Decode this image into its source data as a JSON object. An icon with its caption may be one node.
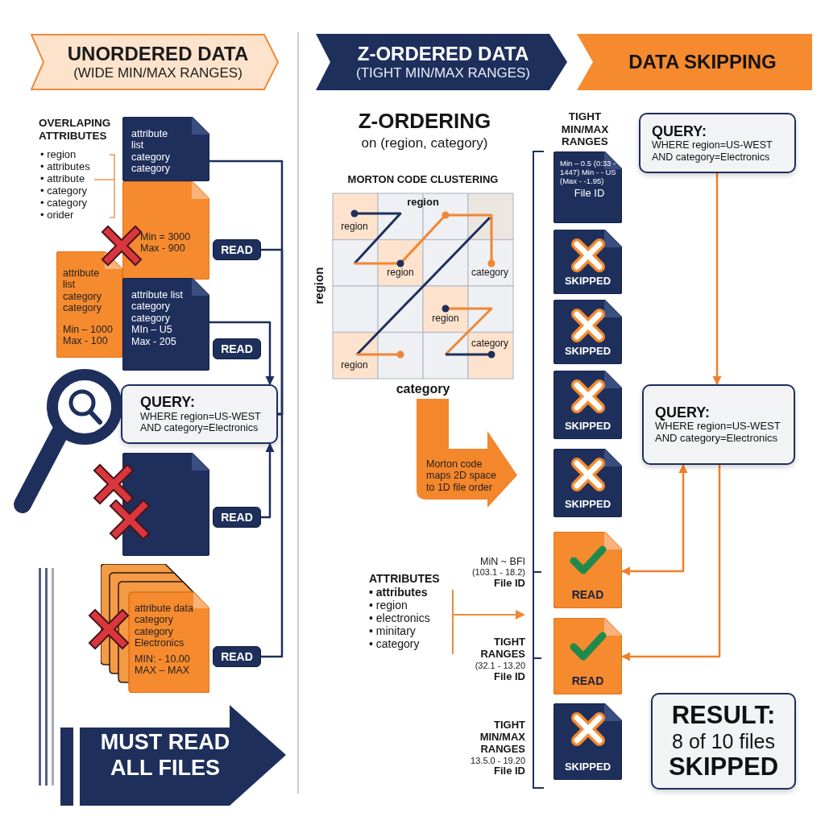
{
  "diagram": {
    "nodes": [
      {
        "text": [
          "UNORDERED DATA",
          "(WIDE MIN/MAX RANGES)"
        ]
      },
      {
        "text": [
          "attribute list category category"
        ]
      },
      {
        "text": [
          "Min = 3000 Max - 900"
        ]
      },
      {
        "text": [
          "attribute list category category",
          "Min – 1000 Max - 100"
        ]
      },
      {
        "text": [
          "attribute list category category MIn – U5 Max - 205"
        ]
      },
      {
        "text": [
          "READ"
        ]
      },
      {
        "text": [
          "READ"
        ]
      },
      {
        "text": [
          "QUERY:",
          "WHERE region=US-WEST AND category=Electronics"
        ]
      },
      {
        "text": [],
        "shape": "document"
      },
      {
        "text": [
          "READ"
        ]
      },
      {
        "text": [
          "attribute data category category Electronics",
          "MIN: - 10.00 MAX – MAX"
        ]
      },
      {
        "text": [
          "READ"
        ]
      },
      {
        "text": [
          "MUST READ ALL FILES"
        ]
      },
      {
        "text": [
          "Z-ORDERED DATA",
          "(TIGHT MIN/MAX RANGES)"
        ]
      },
      {
        "text": [
          "DATA SKIPPING"
        ]
      },
      {
        "text": [
          "Morton code maps 2D space to 1D file order"
        ]
      },
      {
        "text": [
          "Min – 0.5 (0:33 - 1447) Min - - US (Max - -1.95)",
          "File ID"
        ]
      },
      {
        "text": [
          "SKIPPED"
        ]
      },
      {
        "text": [
          "SKIPPED"
        ]
      },
      {
        "text": [
          "SKIPPED"
        ]
      },
      {
        "text": [
          "SKIPPED"
        ]
      },
      {
        "text": [
          "READ"
        ],
        "beside": [
          "MiN ~ BFI",
          "(103.1 - 18.2)",
          "File ID"
        ]
      },
      {
        "text": [
          "READ"
        ],
        "beside": [
          "TIGHT RANGES",
          "(32.1 - 13.20",
          "File ID"
        ]
      },
      {
        "text": [
          "SKIPPED"
        ],
        "beside": [
          "TIGHT MIN/MAX RANGES",
          "13.5.0 - 19.20",
          "File ID"
        ]
      },
      {
        "text": [
          "QUERY:",
          "WHERE region=US-WEST AND category=Electronics"
        ]
      },
      {
        "text": [
          "QUERY:",
          "WHERE region=US-WEST AND category=Electronics"
        ]
      },
      {
        "text": [
          "RESULT:",
          "8 of 10 files",
          "SKIPPED"
        ]
      }
    ],
    "edges": [
      {
        "from": 1,
        "to": 7,
        "arrow": "none"
      },
      {
        "from": 5,
        "to": 7,
        "arrow": "none"
      },
      {
        "from": 4,
        "to": 7,
        "arrow": "to"
      },
      {
        "from": 9,
        "to": 7,
        "arrow": "to"
      },
      {
        "from": 11,
        "to": 7,
        "arrow": "none"
      },
      {
        "from": 24,
        "to": 25,
        "arrow": "to",
        "color": "#f07f2a"
      },
      {
        "from": 25,
        "to": 21,
        "arrow": "both",
        "color": "#f07f2a"
      },
      {
        "from": 25,
        "to": 22,
        "arrow": "to",
        "color": "#f07f2a"
      }
    ],
    "labels": [
      "OVERLAPING ATTRIBUTES",
      "• region",
      "• attributes",
      "• attribute",
      "• category",
      "• category",
      "• orider",
      "Z-ORDERING",
      "on (region, category)",
      "MORTON CODE CLUSTERING",
      "region",
      "region",
      "region",
      "region",
      "category",
      "region",
      "category",
      "region",
      "category",
      "TIGHT MIN/MAX RANGES",
      "ATTRIBUTES",
      "• attributes",
      "• region",
      "• electronics",
      "• minitary",
      "• category"
    ]
  }
}
